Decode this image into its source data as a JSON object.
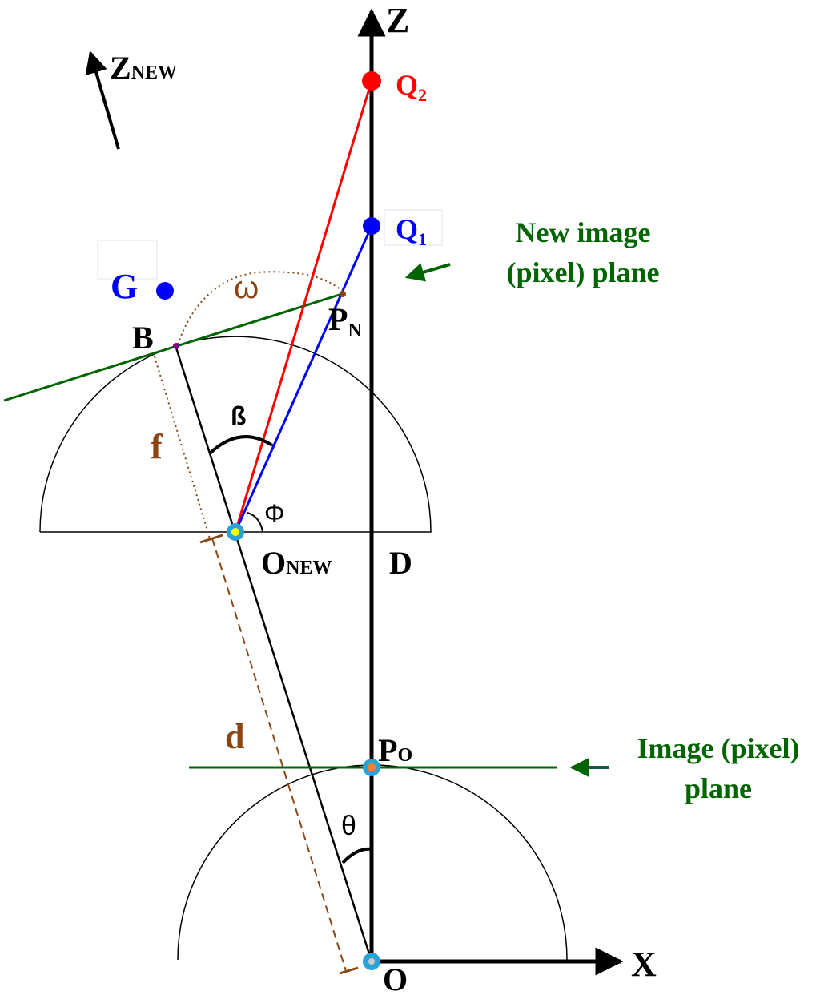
{
  "labels": {
    "z_axis": "Z",
    "x_axis": "X",
    "z_new": "Z",
    "z_new_sub": "NEW",
    "q2": "Q",
    "q2_sub": "2",
    "q1": "Q",
    "q1_sub": "1",
    "g": "G",
    "omega": "ω",
    "pn": "P",
    "pn_sub": "N",
    "b": "B",
    "beta": "ß",
    "f": "f",
    "phi": "Φ",
    "o_new": "O",
    "o_new_sub": "NEW",
    "d_point": "D",
    "d_dist": "d",
    "po": "P",
    "po_sub": "O",
    "theta": "θ",
    "origin": "O"
  },
  "annotations": {
    "new_plane_line1": "New image",
    "new_plane_line2": "(pixel) plane",
    "image_plane_line1": "Image (pixel)",
    "image_plane_line2": "plane"
  },
  "colors": {
    "axis": "#000000",
    "red_ray": "#ff0000",
    "blue_ray": "#0000ff",
    "plane": "#006400",
    "brown": "#8b4513",
    "highlight": "#29a3d6",
    "marker_yellow": "#ffff00",
    "marker_orange": "#ff7f27"
  }
}
